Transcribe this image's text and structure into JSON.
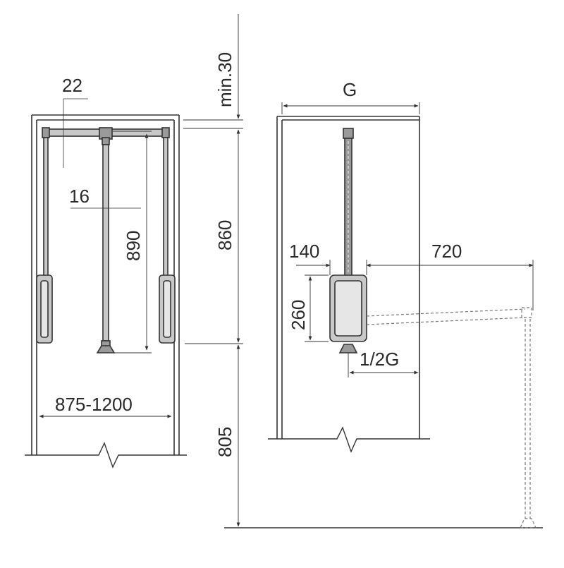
{
  "diagram": {
    "front_view": {
      "dim_rail_offset": "22",
      "dim_rod_offset": "16",
      "dim_lift_travel": "890",
      "dim_width_range": "875-1200"
    },
    "vertical_dims": {
      "dim_min_gap": "min.30",
      "dim_upper_height": "860",
      "dim_lower_height": "805"
    },
    "side_view": {
      "dim_depth": "G",
      "dim_mechanism_width": "140",
      "dim_mechanism_height": "260",
      "dim_extension": "720",
      "dim_half_depth": "1/2G"
    },
    "colors": {
      "line": "#333333",
      "panel_fill": "#c8c8c8",
      "panel_inner": "#e6e6e6",
      "rod_fill": "#9a9a9a",
      "dashed": "#777777"
    }
  }
}
